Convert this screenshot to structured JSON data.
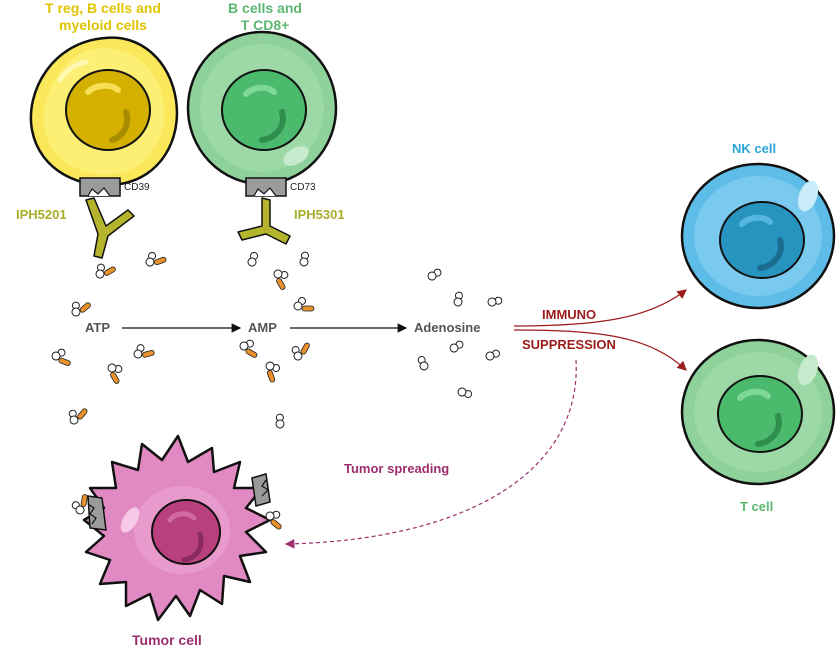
{
  "colors": {
    "yellow_label": "#e0c400",
    "green_label": "#5cb870",
    "drug_label": "#a8ad2a",
    "nk_label": "#2aa3d8",
    "t_label": "#5cb870",
    "suppression": "#9c1c1c",
    "tumor": "#9c2f6e",
    "molecule_text": "#555555",
    "phosphate": "#e9922b"
  },
  "cells": {
    "yellow": {
      "line1": "T reg, B cells and",
      "line2": "myeloid cells",
      "receptor": "CD39"
    },
    "green": {
      "line1": "B cells and",
      "line2": "T CD8+",
      "receptor": "CD73"
    },
    "nk": {
      "label": "NK cell"
    },
    "t": {
      "label": "T cell"
    },
    "tumor": {
      "label": "Tumor cell"
    }
  },
  "drugs": {
    "left": "IPH5201",
    "right": "IPH5301"
  },
  "molecules": {
    "atp": "ATP",
    "amp": "AMP",
    "adenosine": "Adenosine"
  },
  "effects": {
    "immuno": "IMMUNO",
    "suppression": "SUPPRESSION",
    "spreading": "Tumor spreading"
  }
}
